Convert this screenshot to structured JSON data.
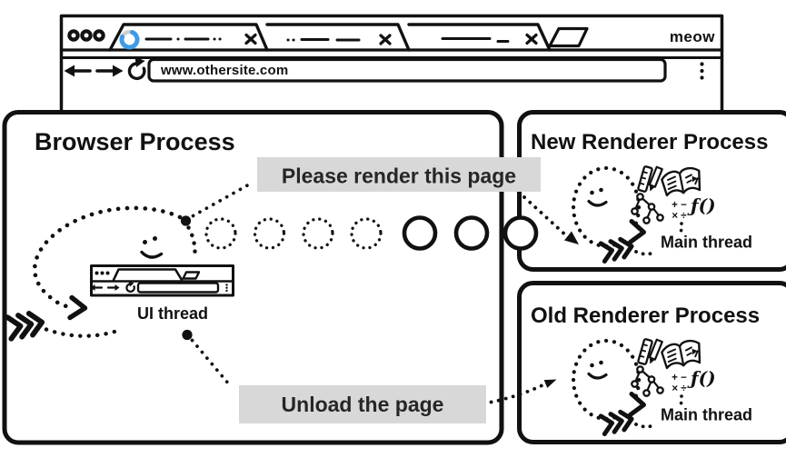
{
  "chrome": {
    "brand": "meow",
    "url": "www.othersite.com"
  },
  "processes": {
    "browser": {
      "title": "Browser Process",
      "thread": "UI thread"
    },
    "new_renderer": {
      "title": "New Renderer Process"
    },
    "old_renderer": {
      "title": "Old Renderer Process"
    },
    "renderer_thread": "Main thread"
  },
  "messages": {
    "render": "Please render this page",
    "unload": "Unload the page"
  },
  "glyphs": {
    "math_top": "+ −",
    "math_bottom": "× ÷",
    "function": "ƒ()"
  },
  "colors": {
    "ink": "#111111",
    "label_bg": "#d8d8d8",
    "label_text": "#262626",
    "spinner_blue": "#3f9be8",
    "spinner_track": "#cfcfcf"
  }
}
